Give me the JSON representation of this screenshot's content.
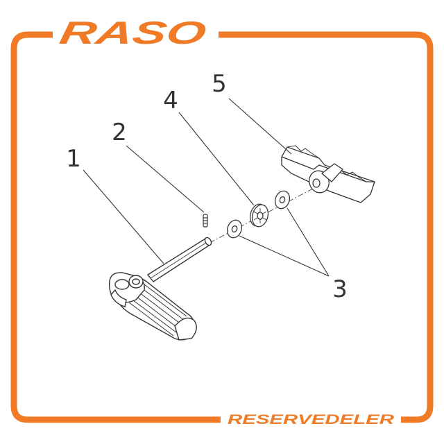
{
  "brand": {
    "name": "RASO",
    "tagline": "RESERVEDELER",
    "accent_color": "#f07a26"
  },
  "callouts": [
    {
      "id": "1",
      "label": "1",
      "part": "handle-with-shaft"
    },
    {
      "id": "2",
      "label": "2",
      "part": "pin"
    },
    {
      "id": "3",
      "label": "3",
      "part": "washers"
    },
    {
      "id": "4",
      "label": "4",
      "part": "star-spacer"
    },
    {
      "id": "5",
      "label": "5",
      "part": "clamp-bar"
    }
  ]
}
